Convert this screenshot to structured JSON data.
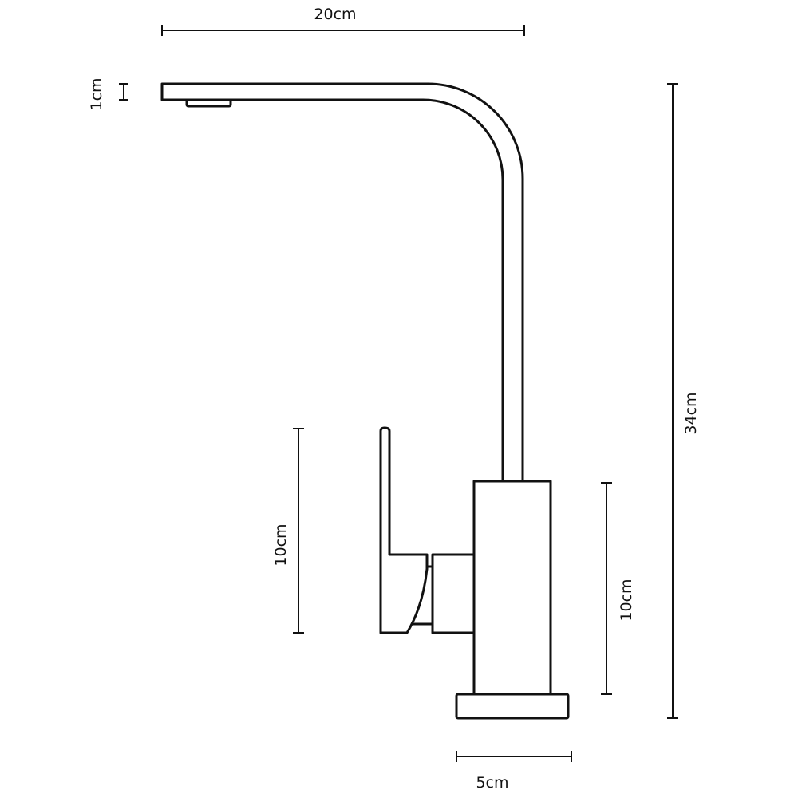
{
  "title": "Kitchen faucet dimension drawing",
  "dimensions": {
    "spout_length": "20cm",
    "spout_thickness": "1cm",
    "total_height": "34cm",
    "handle_height": "10cm",
    "body_height": "10cm",
    "base_width": "5cm"
  },
  "colors": {
    "line": "#111111",
    "background": "#ffffff"
  }
}
